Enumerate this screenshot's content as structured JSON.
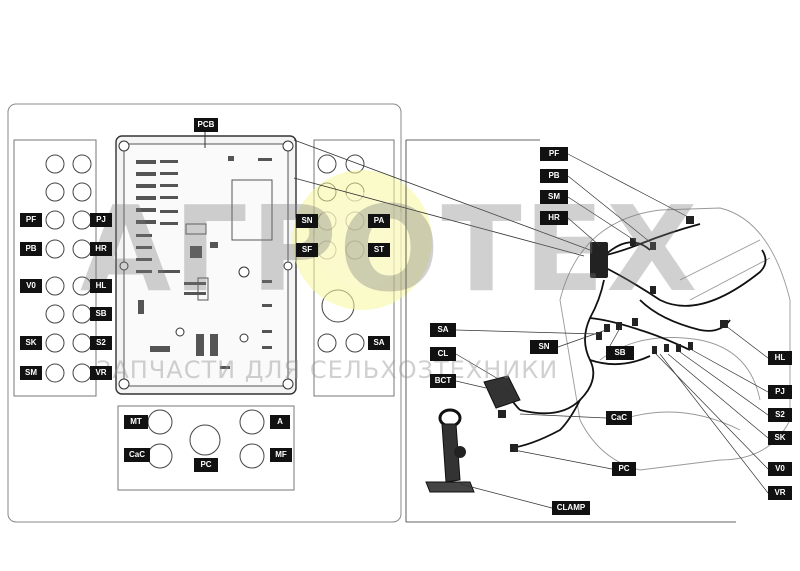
{
  "watermark": {
    "brand": "АГРОТЕХ",
    "subtitle": "ЗАПЧАСТИ ДЛЯ СЕЛЬХОЗТЕХНИКИ"
  },
  "board": {
    "pcb": "PCB"
  },
  "left_panel": {
    "rows": [
      {
        "left": "",
        "right": ""
      },
      {
        "left": "",
        "right": ""
      },
      {
        "left": "PF",
        "right": "PJ"
      },
      {
        "left": "PB",
        "right": "HR"
      },
      {
        "left": "V0",
        "right": "HL"
      },
      {
        "left": "",
        "right": "SB"
      },
      {
        "left": "SK",
        "right": "S2"
      },
      {
        "left": "SM",
        "right": "VR"
      }
    ]
  },
  "right_panel": {
    "labels": [
      "SN",
      "PA",
      "SF",
      "ST",
      "SA"
    ]
  },
  "bottom_panel": {
    "labels": [
      "MT",
      "A",
      "CaC",
      "PC",
      "MF"
    ]
  },
  "harness": {
    "top_labels": [
      "PF",
      "PB",
      "SM",
      "HR"
    ],
    "mid_labels": [
      "SA",
      "SN",
      "SB",
      "CL",
      "BCT",
      "CaC",
      "PC",
      "CLAMP"
    ],
    "right_labels": [
      "HL",
      "PJ",
      "S2",
      "SK",
      "V0",
      "VR"
    ]
  },
  "colors": {
    "label_bg": "#111111",
    "label_fg": "#ffffff",
    "line": "#222222",
    "gear": "#f5f38a"
  }
}
